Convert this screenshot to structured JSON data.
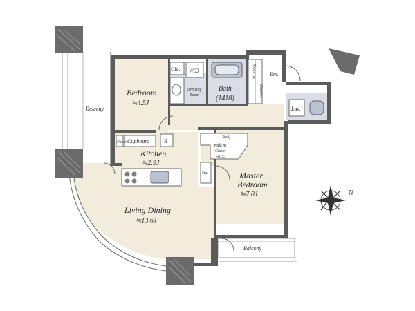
{
  "plan": {
    "colors": {
      "floor": "#f1ecdc",
      "wet_area": "#d9dee6",
      "fixture": "#b9c2ce",
      "wall": "#5b5b5b",
      "column": "#6b6b6b",
      "balcony_line": "#9a9a9a"
    },
    "rooms": {
      "bedroom": {
        "name": "Bedroom",
        "size": "≒4.5J"
      },
      "kitchen": {
        "name": "Kitchen",
        "size": "≒2.9J"
      },
      "master": {
        "name_line1": "Master",
        "name_line2": "Bedroom",
        "size": "≒7.0J"
      },
      "living": {
        "name": "Living Dining",
        "size": "≒13.6J"
      },
      "bath": {
        "name": "Bath",
        "size": "(1418)"
      },
      "dressing": {
        "line1": "Dressing",
        "line2": "Room"
      }
    },
    "labels": {
      "balcony_left": "Balcony",
      "balcony_bottom": "Balcony",
      "entrance": "Ent.",
      "lavatory": "Lav.",
      "closet": "Clo.",
      "washer_dryer": "W/D",
      "shoes_closet": "Shoes clo",
      "counter": "Counter",
      "cupboard": "Cupboard",
      "refrigerator": "R",
      "pantry": "Pantry",
      "shelf": "Shelf",
      "walk_in_line1": "Walk in",
      "walk_in_line2": "Closet",
      "walk_in_size": "≒1.2J",
      "storage": "Sto.",
      "north": "N"
    }
  }
}
